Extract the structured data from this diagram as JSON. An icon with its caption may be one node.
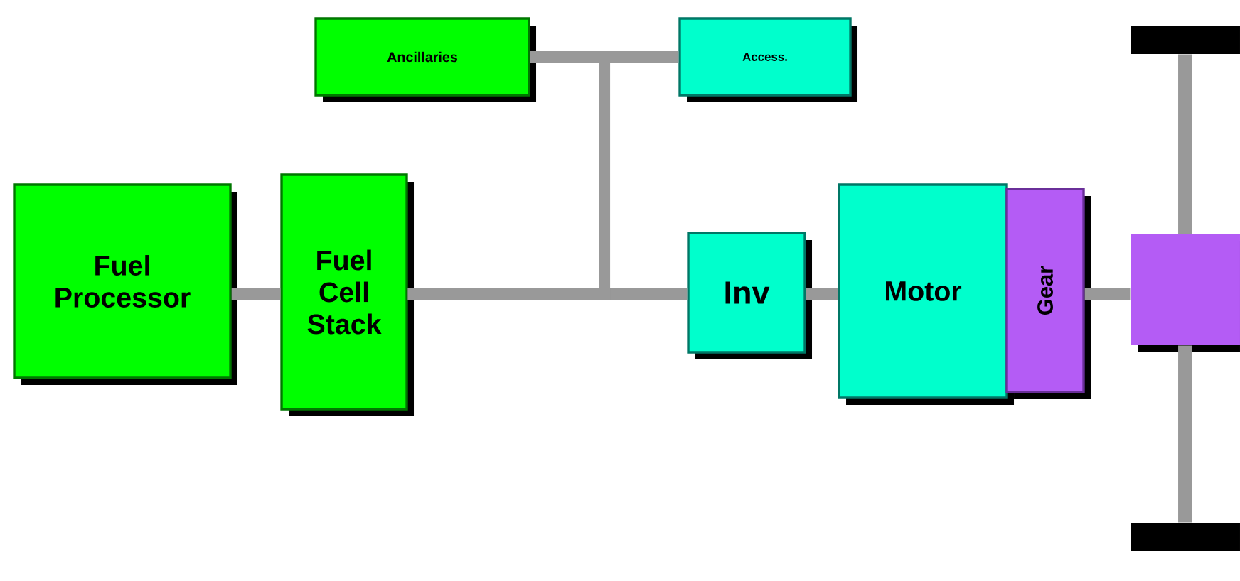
{
  "diagram": {
    "nodes": [
      {
        "text": [
          "Ancillaries"
        ]
      },
      {
        "text": [
          "Access."
        ]
      },
      {
        "text": [
          "Fuel Processor"
        ]
      },
      {
        "text": [
          "Fuel Cell Stack"
        ]
      },
      {
        "text": [
          "Inv"
        ]
      },
      {
        "text": [
          "Motor"
        ]
      },
      {
        "text": [
          "Gear"
        ]
      },
      {
        "text": [],
        "shape": "bar"
      },
      {
        "text": [],
        "shape": "box"
      },
      {
        "text": [],
        "shape": "bar"
      }
    ],
    "edges": [
      {
        "from": 2,
        "to": 3,
        "arrow": "none"
      },
      {
        "from": 3,
        "to": 4,
        "arrow": "none"
      },
      {
        "from": 3,
        "to": 0,
        "arrow": "none"
      },
      {
        "from": 3,
        "to": 1,
        "arrow": "none"
      },
      {
        "from": 4,
        "to": 5,
        "arrow": "none"
      },
      {
        "from": 6,
        "to": 8,
        "arrow": "none"
      },
      {
        "from": 8,
        "to": 7,
        "arrow": "none"
      },
      {
        "from": 8,
        "to": 9,
        "arrow": "none"
      }
    ]
  }
}
